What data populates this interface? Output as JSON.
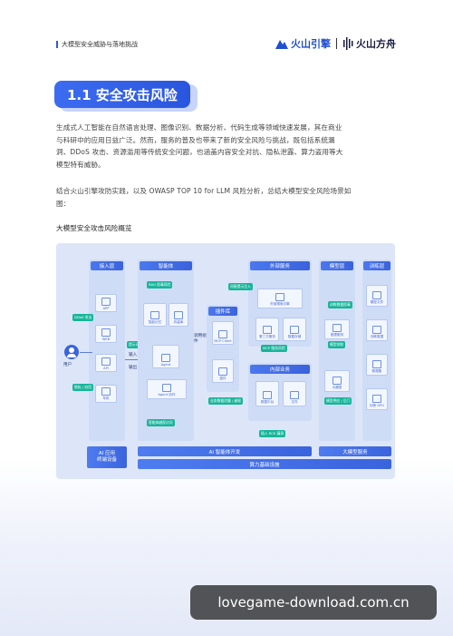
{
  "header": {
    "doc_title": "大模型安全威胁与落地挑战",
    "logo_primary": "火山引擎",
    "logo_secondary": "火山方舟"
  },
  "section": {
    "title": "1.1 安全攻击风险"
  },
  "paragraphs": [
    "生成式人工智能在自然语言处理、图像识别、数据分析、代码生成等领域快速发展，其在商业",
    "与科研中的应用日益广泛。然而，服务的普及也带来了新的安全风险与挑战，既包括系统漏",
    "洞、DDoS 攻击、资源滥用等传统安全问题，也涵盖内容安全对抗、隐私泄露、算力盗用等大",
    "模型特有威胁。"
  ],
  "paragraph2": [
    "结合火山引擎攻防实践，以及 OWASP TOP 10 for LLM 风险分析，总结大模型安全风险场景如",
    "图："
  ],
  "figure_caption": "大模型安全攻击风险概览",
  "diagram": {
    "columns": {
      "access": "接入层",
      "agent": "智能体",
      "external": "外部服务",
      "model": "模型层",
      "training": "训练层",
      "plugin": "插件库",
      "internal": "内部业务"
    },
    "user_label": "用户",
    "access_tiles": [
      "APP",
      "WEB",
      "API",
      "车机"
    ],
    "agent_tiles": [
      "智能记忆",
      "向量库",
      "Agent",
      "Agent 协作"
    ],
    "external_tiles": [
      "外部搜索引擎",
      "第三方服务",
      "数据存储"
    ],
    "model_tiles": [
      "推理服务",
      "大模型"
    ],
    "training_tiles": [
      "模型文件",
      "训练数据",
      "数据集",
      "训练 GPU"
    ],
    "plugin_tiles": [
      "MCP Client",
      "插件"
    ],
    "internal_tiles": [
      "数据中台",
      "文件"
    ],
    "badges": {
      "rag": "RAG 投毒风险",
      "ddos": "DDoS 攻击",
      "prompt": "提示词注入",
      "privacy": "隐私 / 窃用",
      "overreach": "智能体越权访问",
      "search_inject": "间接提示注入",
      "mcp": "MCP 服务风险",
      "data_leak": "训练数据投毒",
      "model_theft": "模型窃取",
      "supply": "模型供应 / 后门",
      "overperm": "业务数据泄露 / 越权",
      "tool_abuse": "插入 RCE 漏洞"
    },
    "labels": {
      "input": "输入",
      "output": "输出",
      "call_plugin": "调用组件"
    },
    "bottom": {
      "ai_app": "AI 应用",
      "terminal": "终端设备",
      "ai_dev": "AI 智能体开发",
      "model_service": "大模型服务",
      "compute": "算力基础设施"
    }
  },
  "watermark": "lovegame-download.com.cn",
  "colors": {
    "primary": "#2b5bd7",
    "risk_badge": "#17b59a",
    "panel": "#dde6f8"
  }
}
